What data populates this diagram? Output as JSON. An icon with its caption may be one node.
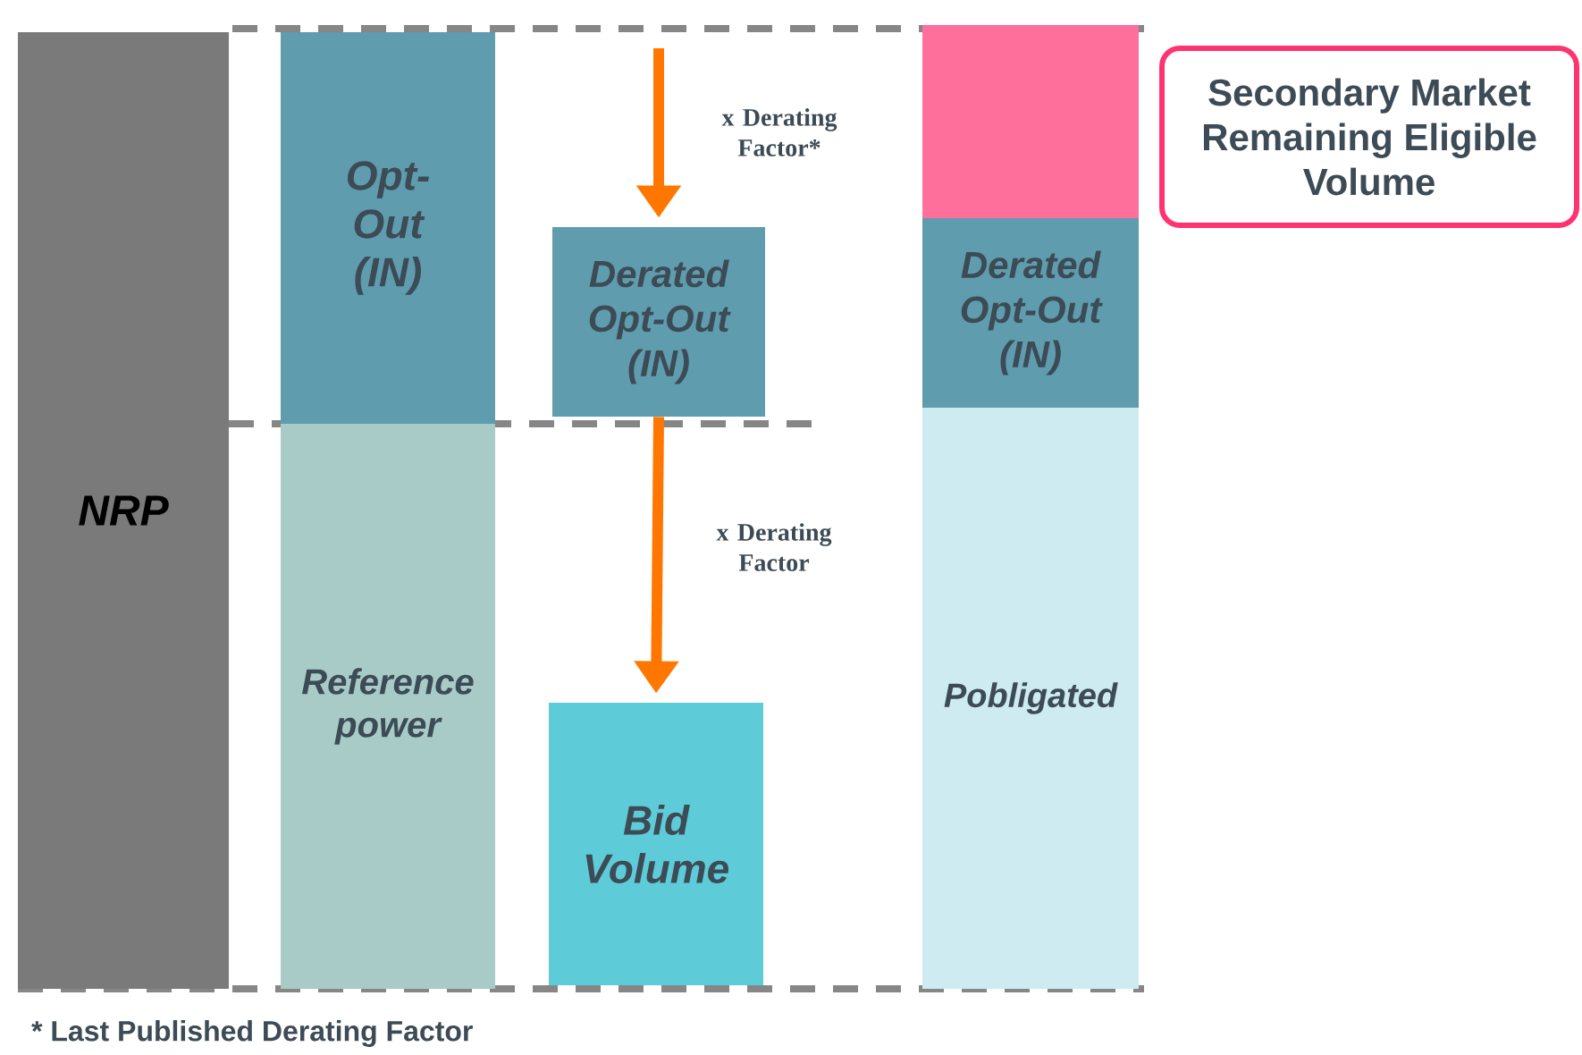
{
  "diagram": {
    "nodes": [
      {
        "text": [
          "NRP"
        ]
      },
      {
        "text": [
          "Opt-Out (IN)"
        ]
      },
      {
        "text": [
          "Reference power"
        ]
      },
      {
        "text": [
          "Derated Opt-Out (IN)"
        ]
      },
      {
        "text": [
          "Bid Volume"
        ]
      },
      {
        "text": [],
        "shape": "box"
      },
      {
        "text": [
          "Derated Opt-Out (IN)"
        ]
      },
      {
        "text": [
          "Pobligated"
        ]
      },
      {
        "text": [
          "Secondary Market Remaining Eligible Volume"
        ]
      }
    ],
    "edges": [
      {
        "from": null,
        "to": 3,
        "arrow": "to",
        "label": "x Derating Factor*"
      },
      {
        "from": 3,
        "to": 4,
        "arrow": "to",
        "label": "x Derating Factor"
      }
    ],
    "labels": [
      "* Last Published Derating Factor"
    ]
  }
}
